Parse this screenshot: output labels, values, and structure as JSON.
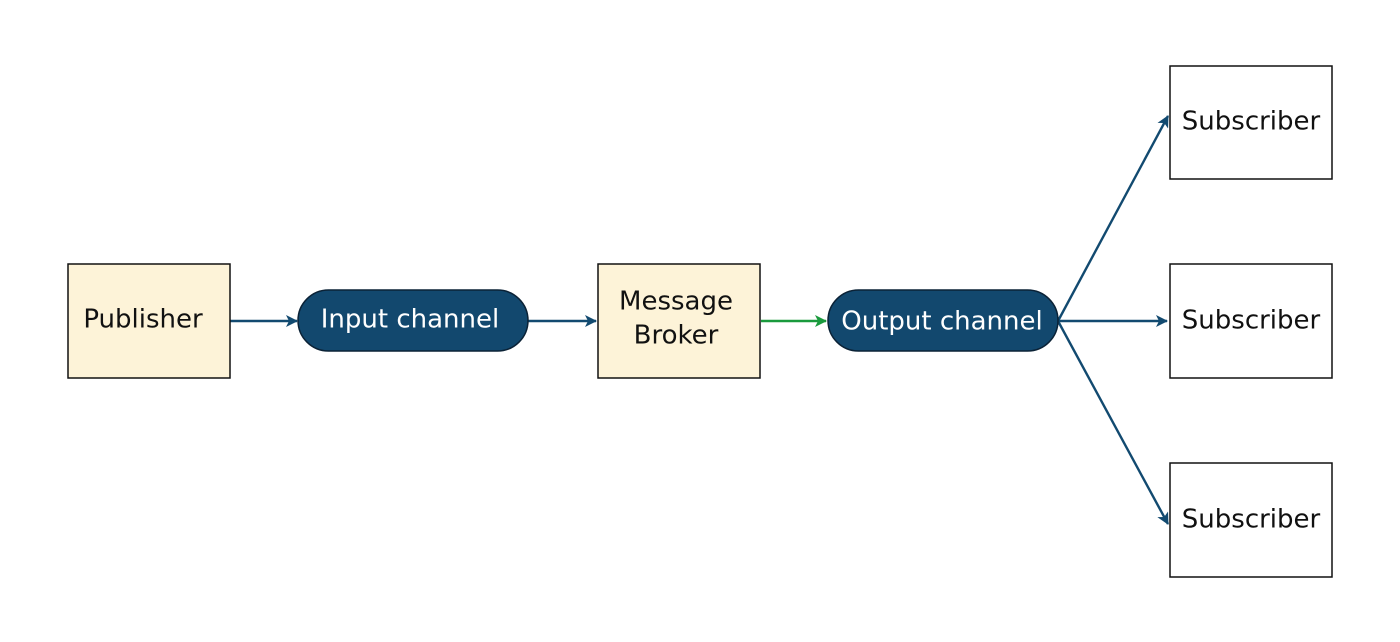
{
  "colors": {
    "background": "#ffffff",
    "box_fill": "#fdf3d8",
    "channel_fill": "#12486e",
    "arrow": "#124a70",
    "broker_arrow": "#1a9a3d",
    "stroke": "#111111"
  },
  "nodes": {
    "publisher": {
      "label": "Publisher"
    },
    "input_channel": {
      "label": "Input channel"
    },
    "message_broker": {
      "lines": [
        "Message",
        "Broker"
      ]
    },
    "output_channel": {
      "label": "Output channel"
    },
    "subscribers": [
      {
        "label": "Subscriber"
      },
      {
        "label": "Subscriber"
      },
      {
        "label": "Subscriber"
      }
    ]
  }
}
